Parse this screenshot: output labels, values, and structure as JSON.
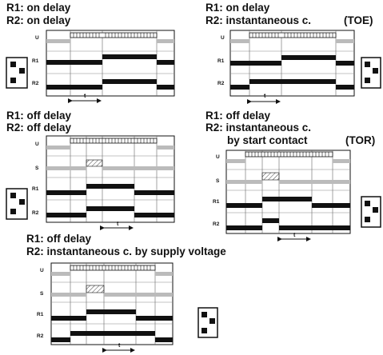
{
  "diagrams": [
    {
      "line1": "R1: on delay",
      "line2": "R2: on delay",
      "tag": ""
    },
    {
      "line1": "R1: on delay",
      "line2": "R2: instantaneous c.",
      "tag": "(TOE)"
    },
    {
      "line1": "R1: off delay",
      "line2": "R2: off delay",
      "tag": ""
    },
    {
      "line1": "R1: off delay",
      "line2": "R2: instantaneous c.",
      "line3": "by start contact",
      "tag": "(TOR)"
    },
    {
      "line1": "R1: off delay",
      "line2": "R2: instantaneous c. by supply voltage",
      "tag": ""
    }
  ],
  "labels": {
    "supply": "U",
    "start": "S",
    "relay1": "R1",
    "relay2": "R2",
    "time": "t"
  }
}
